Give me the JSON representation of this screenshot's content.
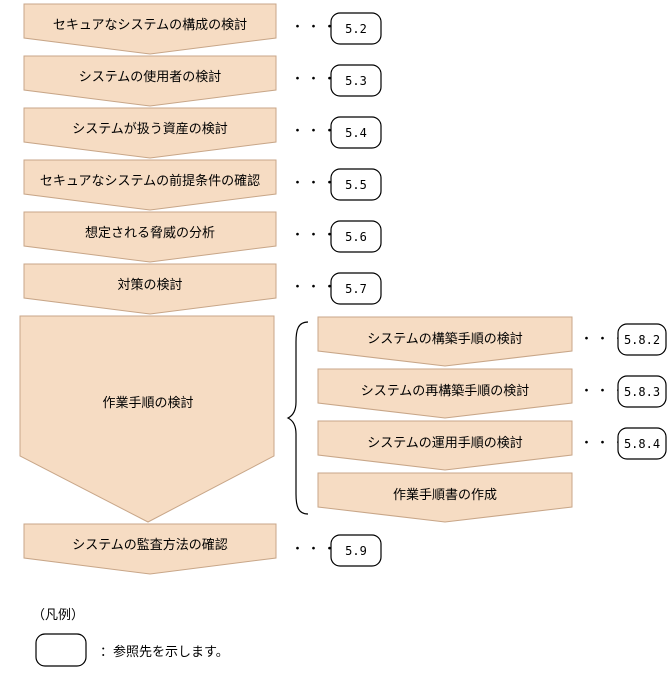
{
  "steps": [
    {
      "label": "セキュアなシステムの構成の検討",
      "ref": "5.2"
    },
    {
      "label": "システムの使用者の検討",
      "ref": "5.3"
    },
    {
      "label": "システムが扱う資産の検討",
      "ref": "5.4"
    },
    {
      "label": "セキュアなシステムの前提条件の確認",
      "ref": "5.5"
    },
    {
      "label": "想定される脅威の分析",
      "ref": "5.6"
    },
    {
      "label": "対策の検討",
      "ref": "5.7"
    },
    {
      "label": "作業手順の検討",
      "ref": ""
    },
    {
      "label": "システムの監査方法の確認",
      "ref": "5.9"
    }
  ],
  "substeps": [
    {
      "label": "システムの構築手順の検討",
      "ref": "5.8.2"
    },
    {
      "label": "システムの再構築手順の検討",
      "ref": "5.8.3"
    },
    {
      "label": "システムの運用手順の検討",
      "ref": "5.8.4"
    },
    {
      "label": "作業手順書の作成",
      "ref": ""
    }
  ],
  "dots": "・・・",
  "legend": {
    "title": "（凡例）",
    "description": "：参照先を示します。"
  },
  "colors": {
    "fill": "#f6dcc3",
    "stroke": "#c8a688",
    "box_stroke": "#000000"
  }
}
